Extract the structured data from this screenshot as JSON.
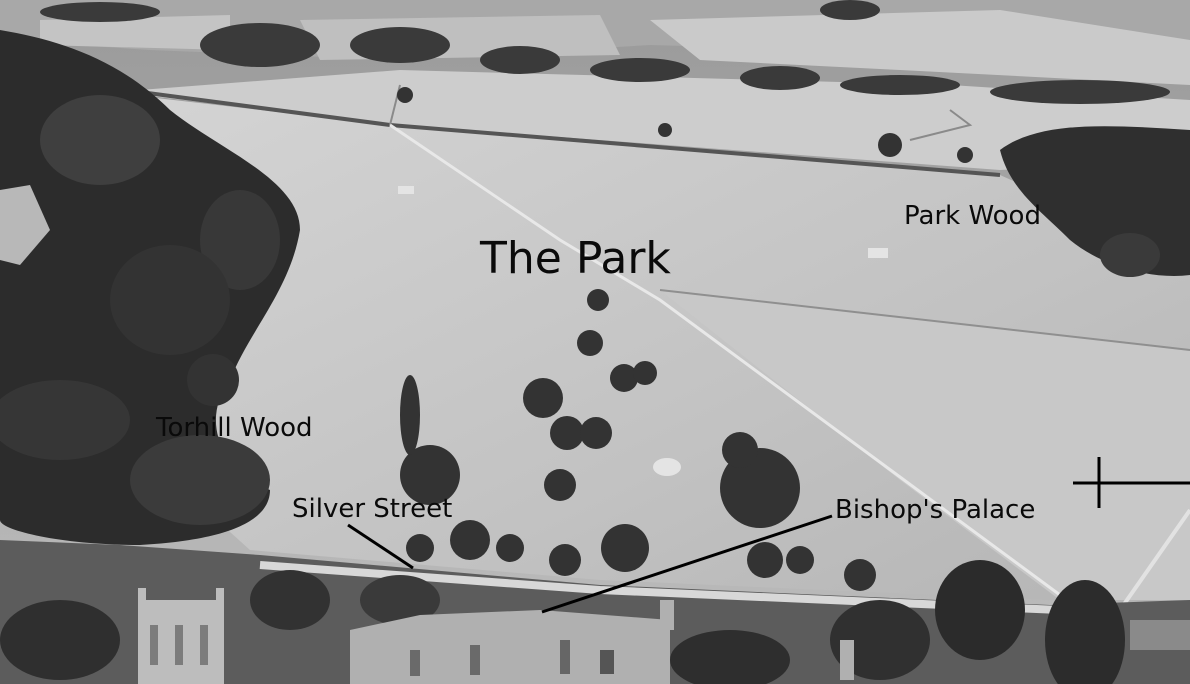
{
  "labels": {
    "the_park": "The Park",
    "park_wood": "Park Wood",
    "torhill_wood": "Torhill Wood",
    "silver_street": "Silver Street",
    "bishops_palace": "Bishop's Palace"
  },
  "colors": {
    "field_light": "#cfcfcf",
    "field_mid": "#b5b5b5",
    "tree_dark": "#2e2e2e",
    "tree_mid": "#474747",
    "label_text": "#0a0a0a",
    "leader_line": "#000000"
  }
}
